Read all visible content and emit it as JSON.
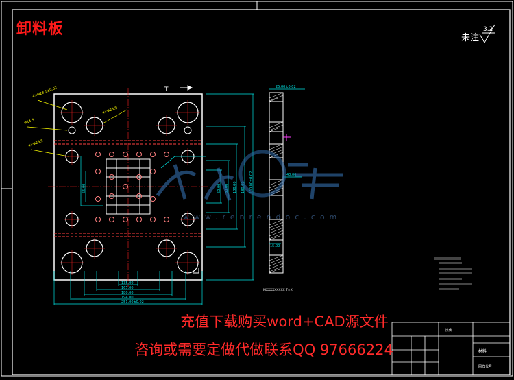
{
  "drawing": {
    "title": "卸料板",
    "unspecified_note": "未注",
    "roughness_value": "3.2",
    "side_view_label": "MXXXXXXXXX  T=X",
    "watermark_url": "www.renrendoc.com",
    "promo_line_1": "充值下载购买word+CAD源文件",
    "promo_line_2": "咨询或需要定做代做联系QQ 97666224"
  },
  "dimensions": {
    "horizontal": [
      "135.00",
      "165.00",
      "180.00",
      "194.00",
      "251.00±0.02"
    ],
    "vertical_left": "55.00",
    "vertical_right": [
      "50.00",
      "80.00",
      "130.00",
      "180.00",
      "200.00±0.02"
    ],
    "side_top": "25.00±0.02",
    "side_mid": "40.00",
    "side_bottom": "15.00"
  },
  "title_block": {
    "material_label": "材料",
    "part_code_label": "图样代号",
    "scale_label": "比例"
  },
  "colors": {
    "background": "#000000",
    "outline": "#ffffff",
    "dimension": "#00e5e5",
    "leader": "#ffff00",
    "centerline": "#ff2020",
    "hole_fill": "#ff8080",
    "border": "#ffffff"
  }
}
